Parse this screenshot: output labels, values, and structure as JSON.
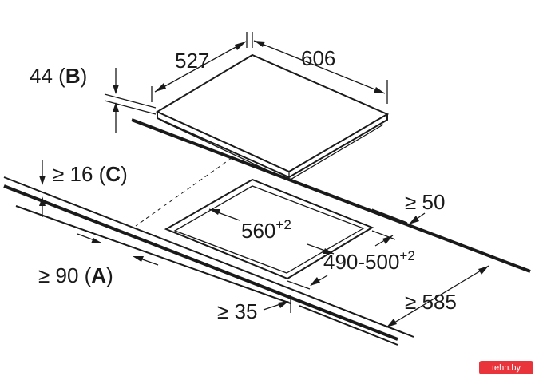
{
  "dimensions": {
    "width": "527",
    "depth": "606",
    "height_value": "44 (",
    "height_letter": "B",
    "height_close": ")",
    "gap_top_prefix": "≥ 16 (",
    "gap_top_letter": "C",
    "gap_top_close": ")",
    "cutout_width": "560",
    "cutout_width_tol": "+2",
    "cutout_depth": "490-500",
    "cutout_depth_tol": "+2",
    "rear_clearance": "≥ 50",
    "front_clearance_prefix": "≥ 90 (",
    "front_clearance_letter": "A",
    "front_clearance_close": ")",
    "side_clearance": "≥ 35",
    "worktop_depth": "≥ 585"
  },
  "watermark": {
    "text": "tehn.by"
  },
  "colors": {
    "line": "#1a1a1a",
    "background": "#ffffff",
    "watermark_bg": "#e8343a"
  }
}
